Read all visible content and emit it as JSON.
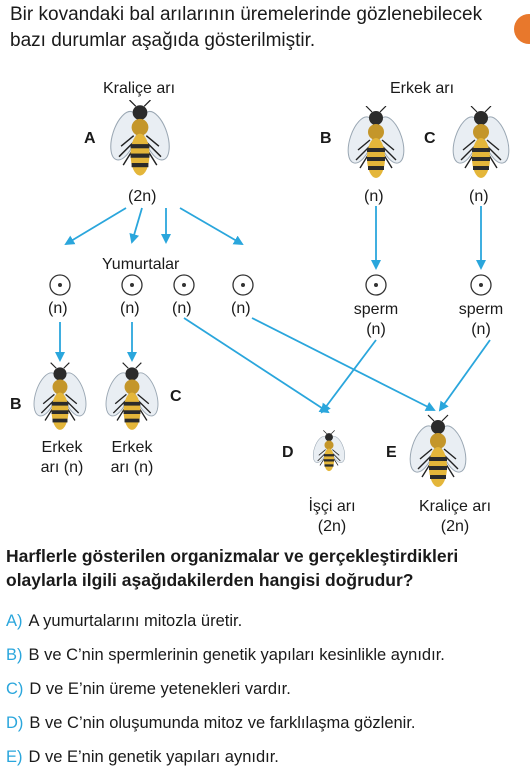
{
  "intro": {
    "line1": "Bir kovandaki bal arılarının üremelerinde gözlenebilecek",
    "line2": "bazı durumlar aşağıda gösterilmiştir."
  },
  "diagram": {
    "queen_label": "Kraliçe arı",
    "male_label": "Erkek arı",
    "letter_A": "A",
    "letter_B_top": "B",
    "letter_C_top": "C",
    "ploidy_A": "(2n)",
    "ploidy_B_top": "(n)",
    "ploidy_C_top": "(n)",
    "eggs_label": "Yumurtalar",
    "egg_ploidy": [
      "(n)",
      "(n)",
      "(n)",
      "(n)"
    ],
    "sperm1": {
      "label": "sperm",
      "ploidy": "(n)"
    },
    "sperm2": {
      "label": "sperm",
      "ploidy": "(n)"
    },
    "letter_B_bottom": "B",
    "letter_C_bottom": "C",
    "male1": {
      "line1": "Erkek",
      "line2": "arı (n)"
    },
    "male2": {
      "line1": "Erkek",
      "line2": "arı (n)"
    },
    "letter_D": "D",
    "letter_E": "E",
    "worker": {
      "line1": "İşçi arı",
      "line2": "(2n)"
    },
    "queen2": {
      "line1": "Kraliçe arı",
      "line2": "(2n)"
    }
  },
  "question": "Harflerle gösterilen organizmalar ve gerçekleştirdikleri olaylarla ilgili aşağıdakilerden hangisi doğrudur?",
  "options": [
    {
      "key": "A)",
      "text": "A yumurtalarını mitozla üretir."
    },
    {
      "key": "B)",
      "text": "B ve C’nin spermlerinin genetik yapıları kesinlikle aynıdır."
    },
    {
      "key": "C)",
      "text": "D ve E’nin üreme yetenekleri vardır."
    },
    {
      "key": "D)",
      "text": "B ve C’nin oluşumunda mitoz ve farklılaşma gözlenir."
    },
    {
      "key": "E)",
      "text": "D ve E’nin genetik yapıları aynıdır."
    }
  ],
  "colors": {
    "arrow": "#2aa6dc",
    "option_key": "#2aa6dc",
    "corner_badge": "#e8782c"
  }
}
